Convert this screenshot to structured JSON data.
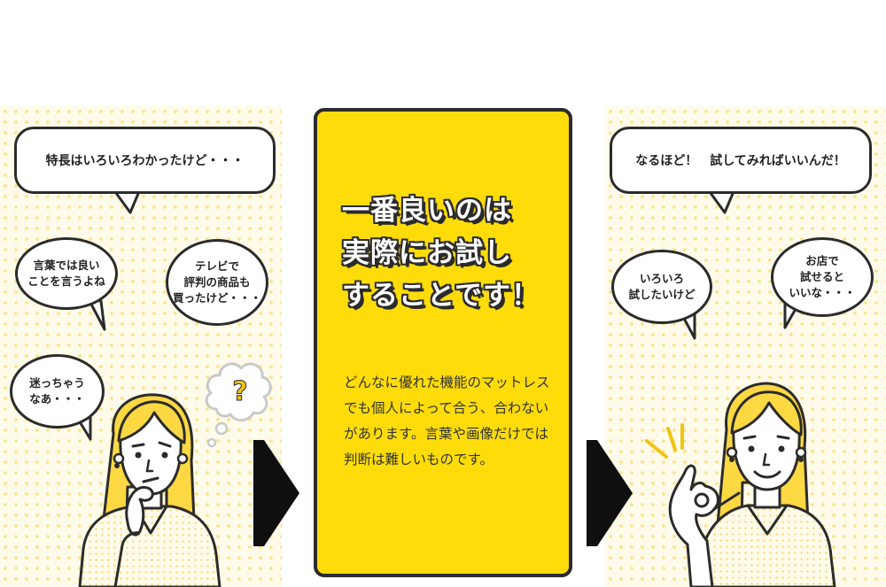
{
  "left": {
    "top_bubble": "特長はいろいろわかったけど・・・",
    "bubble_words": "言葉では良い\nことを言うよね",
    "bubble_tv": "テレビで\n評判の商品も\n買ったけど・・・",
    "bubble_lost": "迷っちゃう\nなあ・・・",
    "thought_mark": "?"
  },
  "center": {
    "headline": "一番良いのは\n実際にお試し\nすることです！",
    "body": "どんなに優れた機能のマットレスでも個人によって合う、合わないがあります。言葉や画像だけでは判断は難しいものです。"
  },
  "right": {
    "top_bubble": "なるほど！　試してみればいいんだ！",
    "bubble_try": "いろいろ\n試したいけど",
    "bubble_shop": "お店で\n試せると\nいいな・・・"
  },
  "colors": {
    "accent": "#fddc0a",
    "hair": "#fcd843",
    "dots": "#fbe38a",
    "outline": "#2b2b2b"
  },
  "icons": {
    "arrow": "chevron-arrow-right-icon",
    "thought": "question-thought-icon",
    "sparkle": "sparkle-lines-icon"
  }
}
